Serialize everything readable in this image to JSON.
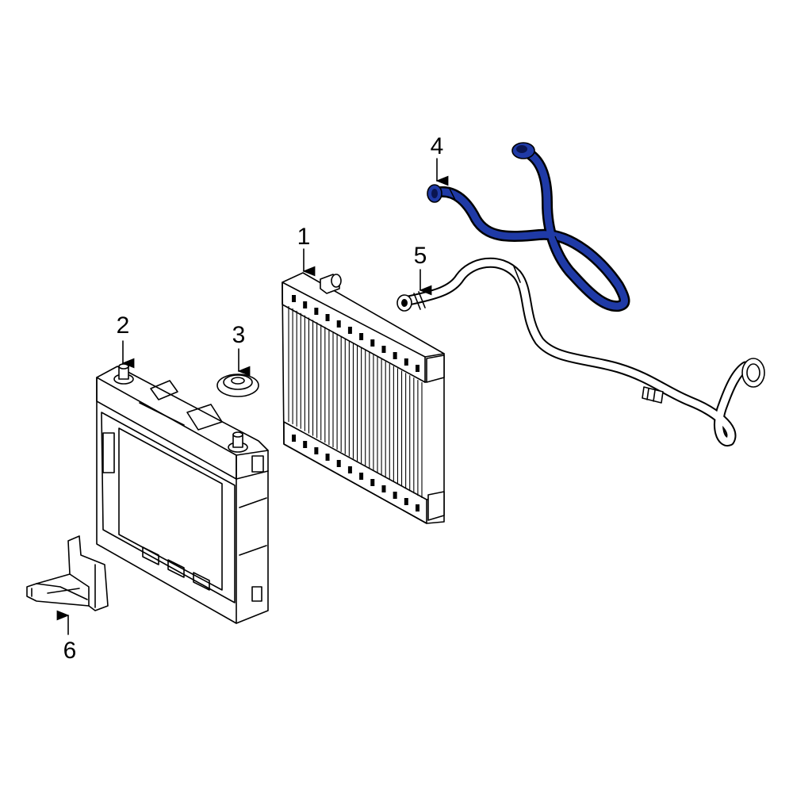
{
  "callouts": [
    {
      "id": "1",
      "label": "1"
    },
    {
      "id": "2",
      "label": "2"
    },
    {
      "id": "3",
      "label": "3"
    },
    {
      "id": "4",
      "label": "4"
    },
    {
      "id": "5",
      "label": "5"
    },
    {
      "id": "6",
      "label": "6"
    }
  ],
  "colors": {
    "highlight": "#1f3aa6",
    "line": "#000000",
    "background": "#ffffff"
  }
}
